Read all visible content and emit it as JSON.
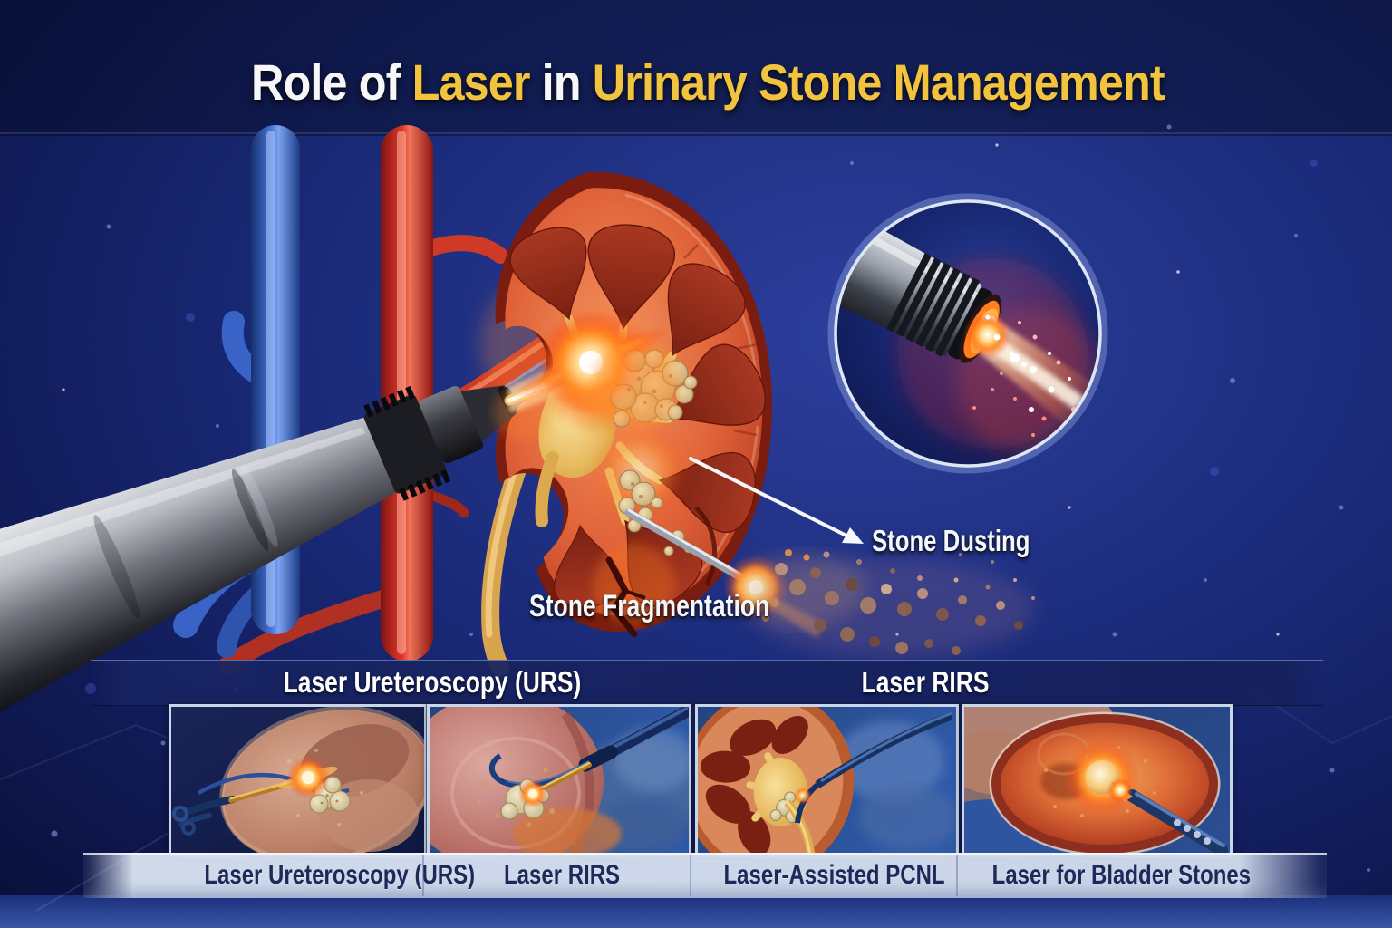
{
  "header": {
    "title_segments": [
      "Role of ",
      "Laser",
      " in ",
      "Urinary Stone Management"
    ]
  },
  "main_illustration": {
    "annotations": {
      "stone_dusting": "Stone Dusting",
      "stone_fragmentation": "Stone Fragmentation"
    },
    "elements": [
      "renal-vein",
      "renal-artery",
      "ureter",
      "kidney-cross-section",
      "kidney-stones",
      "laser-scope",
      "laser-beam",
      "dusting-fiber",
      "stone-debris",
      "laser-fiber-closeup-inset"
    ]
  },
  "technique_bands": {
    "left_label": "Laser Ureteroscopy (URS)",
    "right_label": "Laser RIRS"
  },
  "panels": [
    {
      "caption": "Laser Ureteroscopy (URS)",
      "illustration": "ureteroscope-laser-stone"
    },
    {
      "caption": "Laser RIRS",
      "illustration": "flexible-scope-kidney-stone"
    },
    {
      "caption": "Laser-Assisted PCNL",
      "illustration": "kidney-cross-section-nephroscope"
    },
    {
      "caption": "Laser for Bladder Stones",
      "illustration": "cystoscope-bladder-stone"
    }
  ],
  "colors": {
    "background_navy": "#0d1545",
    "title_white": "#f7f7f9",
    "title_yellow": "#f2c33e",
    "laser_orange": "#ff8c1e",
    "band_navy": "#1b2a6b",
    "caption_band": "#ccd7e8",
    "caption_text": "#1b2a58"
  }
}
